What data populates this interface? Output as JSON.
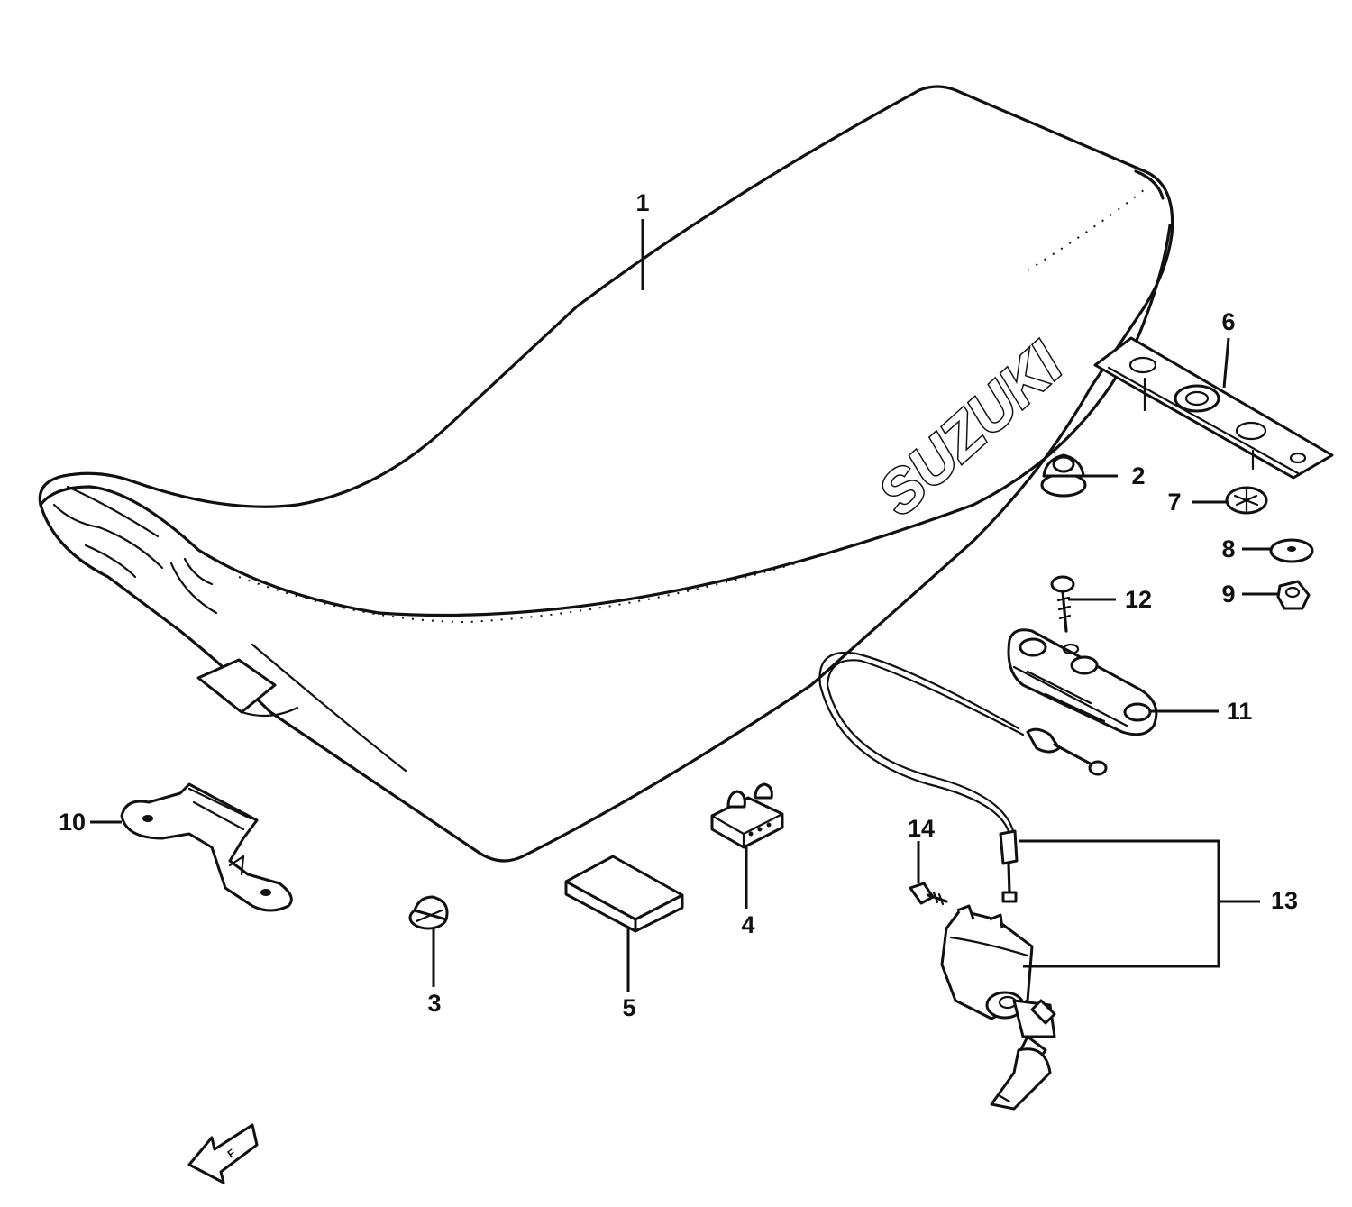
{
  "diagram": {
    "brand_text": "SUZUKI",
    "part_labels": [
      "1",
      "2",
      "3",
      "4",
      "5",
      "6",
      "7",
      "8",
      "9",
      "10",
      "11",
      "12",
      "13",
      "14"
    ],
    "front_arrow_glyph": "F"
  }
}
